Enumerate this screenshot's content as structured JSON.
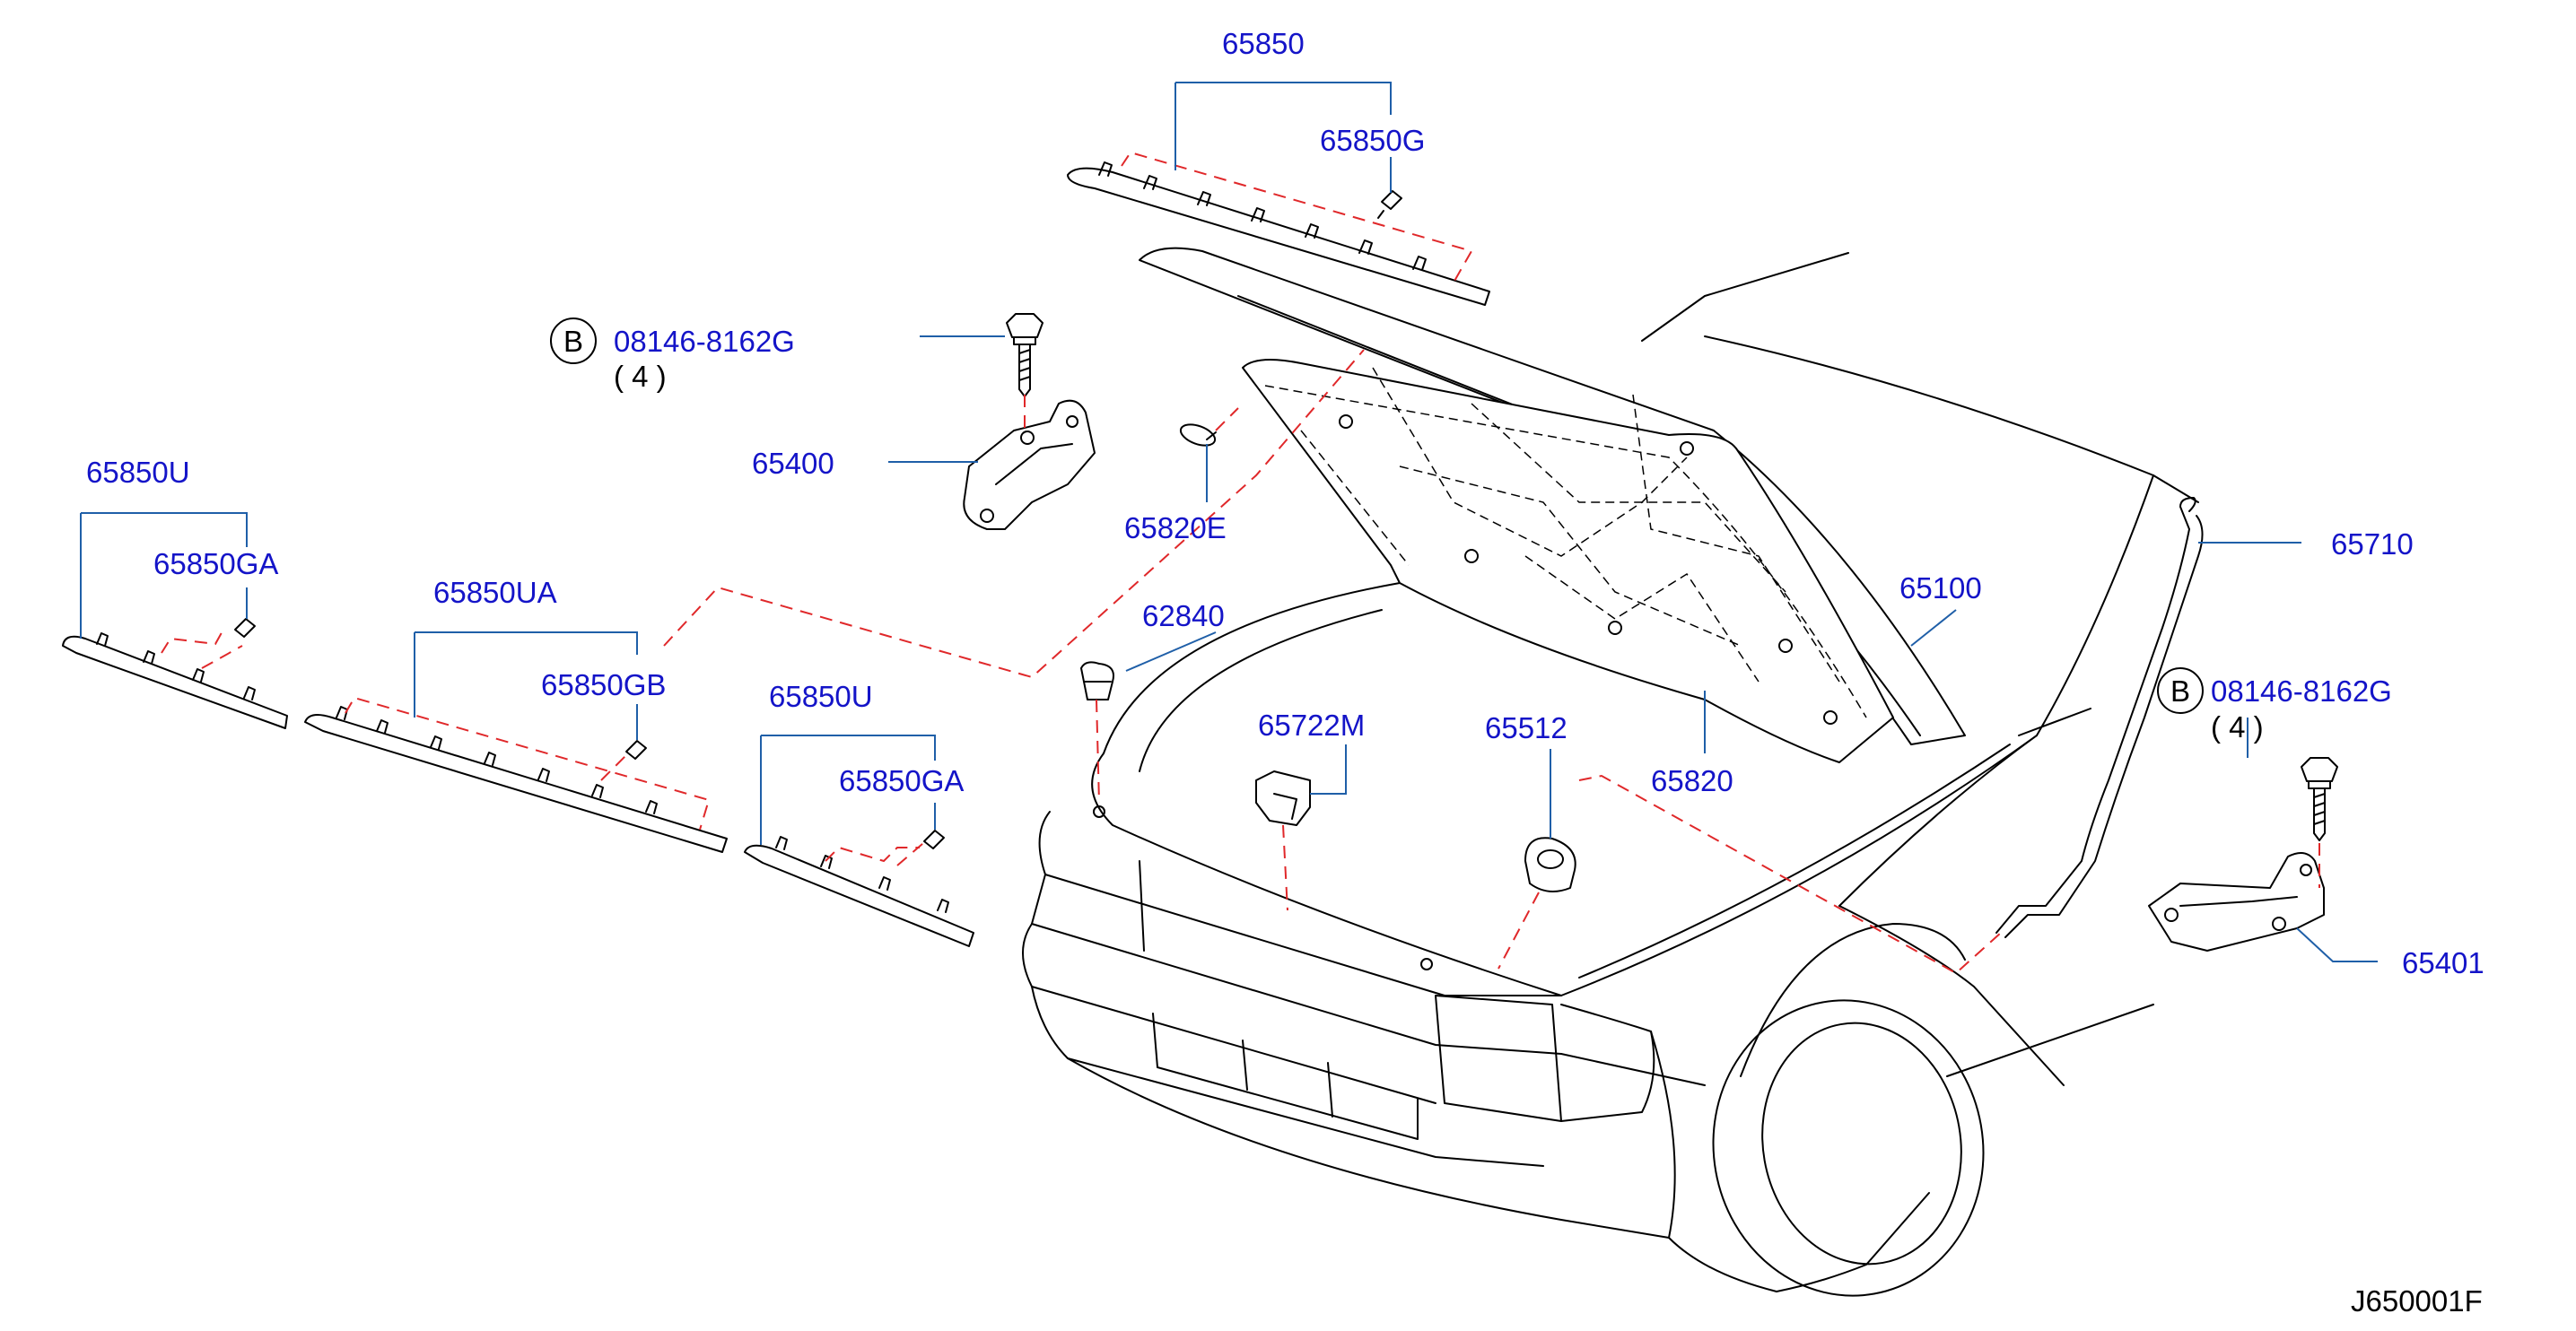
{
  "labels": {
    "p65850": "65850",
    "p65850G": "65850G",
    "bolt_left_circle": "B",
    "bolt_left_code": "08146-8162G",
    "bolt_left_qty": "( 4 )",
    "p65400": "65400",
    "p65820E": "65820E",
    "p65850U_left": "65850U",
    "p65850GA_left": "65850GA",
    "p65850UA": "65850UA",
    "p65850GB": "65850GB",
    "p65850U_mid": "65850U",
    "p65850GA_mid": "65850GA",
    "p62840": "62840",
    "p65722M": "65722M",
    "p65512": "65512",
    "p65820": "65820",
    "p65100": "65100",
    "p65710": "65710",
    "bolt_right_circle": "B",
    "bolt_right_code": "08146-8162G",
    "bolt_right_qty": "( 4 )",
    "p65401": "65401"
  },
  "diagram_ref": "J650001F",
  "colors": {
    "label_text": "#1414c8",
    "leader_line": "#1f5fa8",
    "dashed_connector": "#e0282a",
    "drawing_line": "#000000"
  }
}
